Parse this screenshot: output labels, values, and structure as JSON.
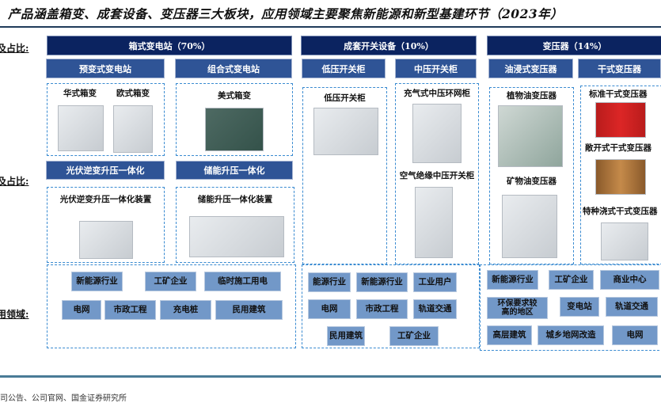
{
  "title": "产品涵盖箱变、成套设备、变压器三大板块，应用领域主要聚焦新能源和新型基建环节（2023年）",
  "side_labels": [
    "及占比:",
    "及占比:",
    "用领域:"
  ],
  "categories": [
    {
      "label": "箱式变电站（70%）",
      "subs": [
        "预变式变电站",
        "组合式变电站"
      ]
    },
    {
      "label": "成套开关设备（10%）",
      "subs": [
        "低压开关柜",
        "中压开关柜"
      ]
    },
    {
      "label": "变压器（14%）",
      "subs": [
        "油浸式变压器",
        "干式变压器"
      ]
    }
  ],
  "box_sub2": [
    "光伏逆变升压一体化",
    "储能升压一体化"
  ],
  "products": {
    "prefab": [
      "华式箱变",
      "欧式箱变"
    ],
    "combo": [
      "美式箱变"
    ],
    "pv": [
      "光伏逆变升压一体化装置"
    ],
    "storage": [
      "储能升压一体化装置"
    ],
    "low": [
      "低压开关柜"
    ],
    "mid": [
      "充气式中压环网柜",
      "空气绝缘中压开关柜"
    ],
    "oil": [
      "植物油变压器",
      "矿物油变压器"
    ],
    "dry": [
      "标准干式变压器",
      "敞开式干式变压器",
      "特种浇式干式变压器"
    ]
  },
  "applications": {
    "box": [
      "新能源行业",
      "工矿企业",
      "临时施工用电",
      "电网",
      "市政工程",
      "充电桩",
      "民用建筑"
    ],
    "switch": [
      "能源行业",
      "新能源行业",
      "工业用户",
      "电网",
      "市政工程",
      "轨道交通",
      "民用建筑",
      "工矿企业"
    ],
    "transformer": [
      "新能源行业",
      "工矿企业",
      "商业中心",
      "环保要求较高的地区",
      "变电站",
      "轨道交通",
      "高层建筑",
      "城乡地网改造",
      "电网"
    ]
  },
  "source": "司公告、公司官网、国金证券研究所"
}
